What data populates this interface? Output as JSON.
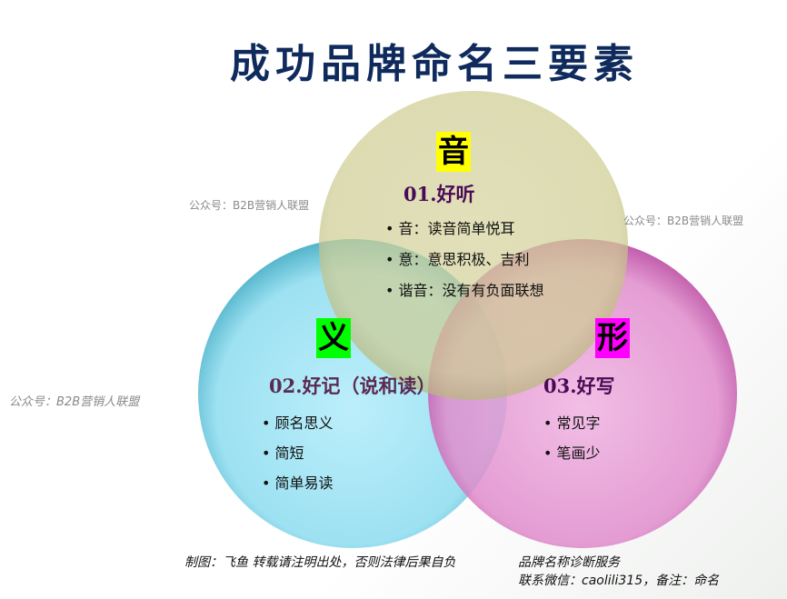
{
  "title": "成功品牌命名三要素",
  "colors": {
    "sound_circle": "#cfcd94",
    "meaning_circle": "#7fd3ea",
    "shape_circle": "#de8cc9",
    "title": "#0f2a5c"
  },
  "sections": {
    "sound": {
      "tag": "音",
      "heading": "01.好听",
      "items": [
        "音：读音简单悦耳",
        "意：意思积极、吉利",
        "谐音：没有有负面联想"
      ]
    },
    "meaning": {
      "tag": "义",
      "heading": "02.好记（说和读）",
      "items": [
        "顾名思义",
        "简短",
        "简单易读"
      ]
    },
    "shape": {
      "tag": "形",
      "heading": "03.好写",
      "items": [
        "常见字",
        "笔画少"
      ]
    }
  },
  "watermarks": [
    "公众号：B2B营销人联盟",
    "公众号：B2B营销人联盟",
    "公众号：B2B营销人联盟"
  ],
  "footer": {
    "credit": "制图：飞鱼 转载请注明出处，否则法律后果自负",
    "service": "品牌名称诊断服务",
    "contact": "联系微信：caolili315，备注：命名"
  }
}
